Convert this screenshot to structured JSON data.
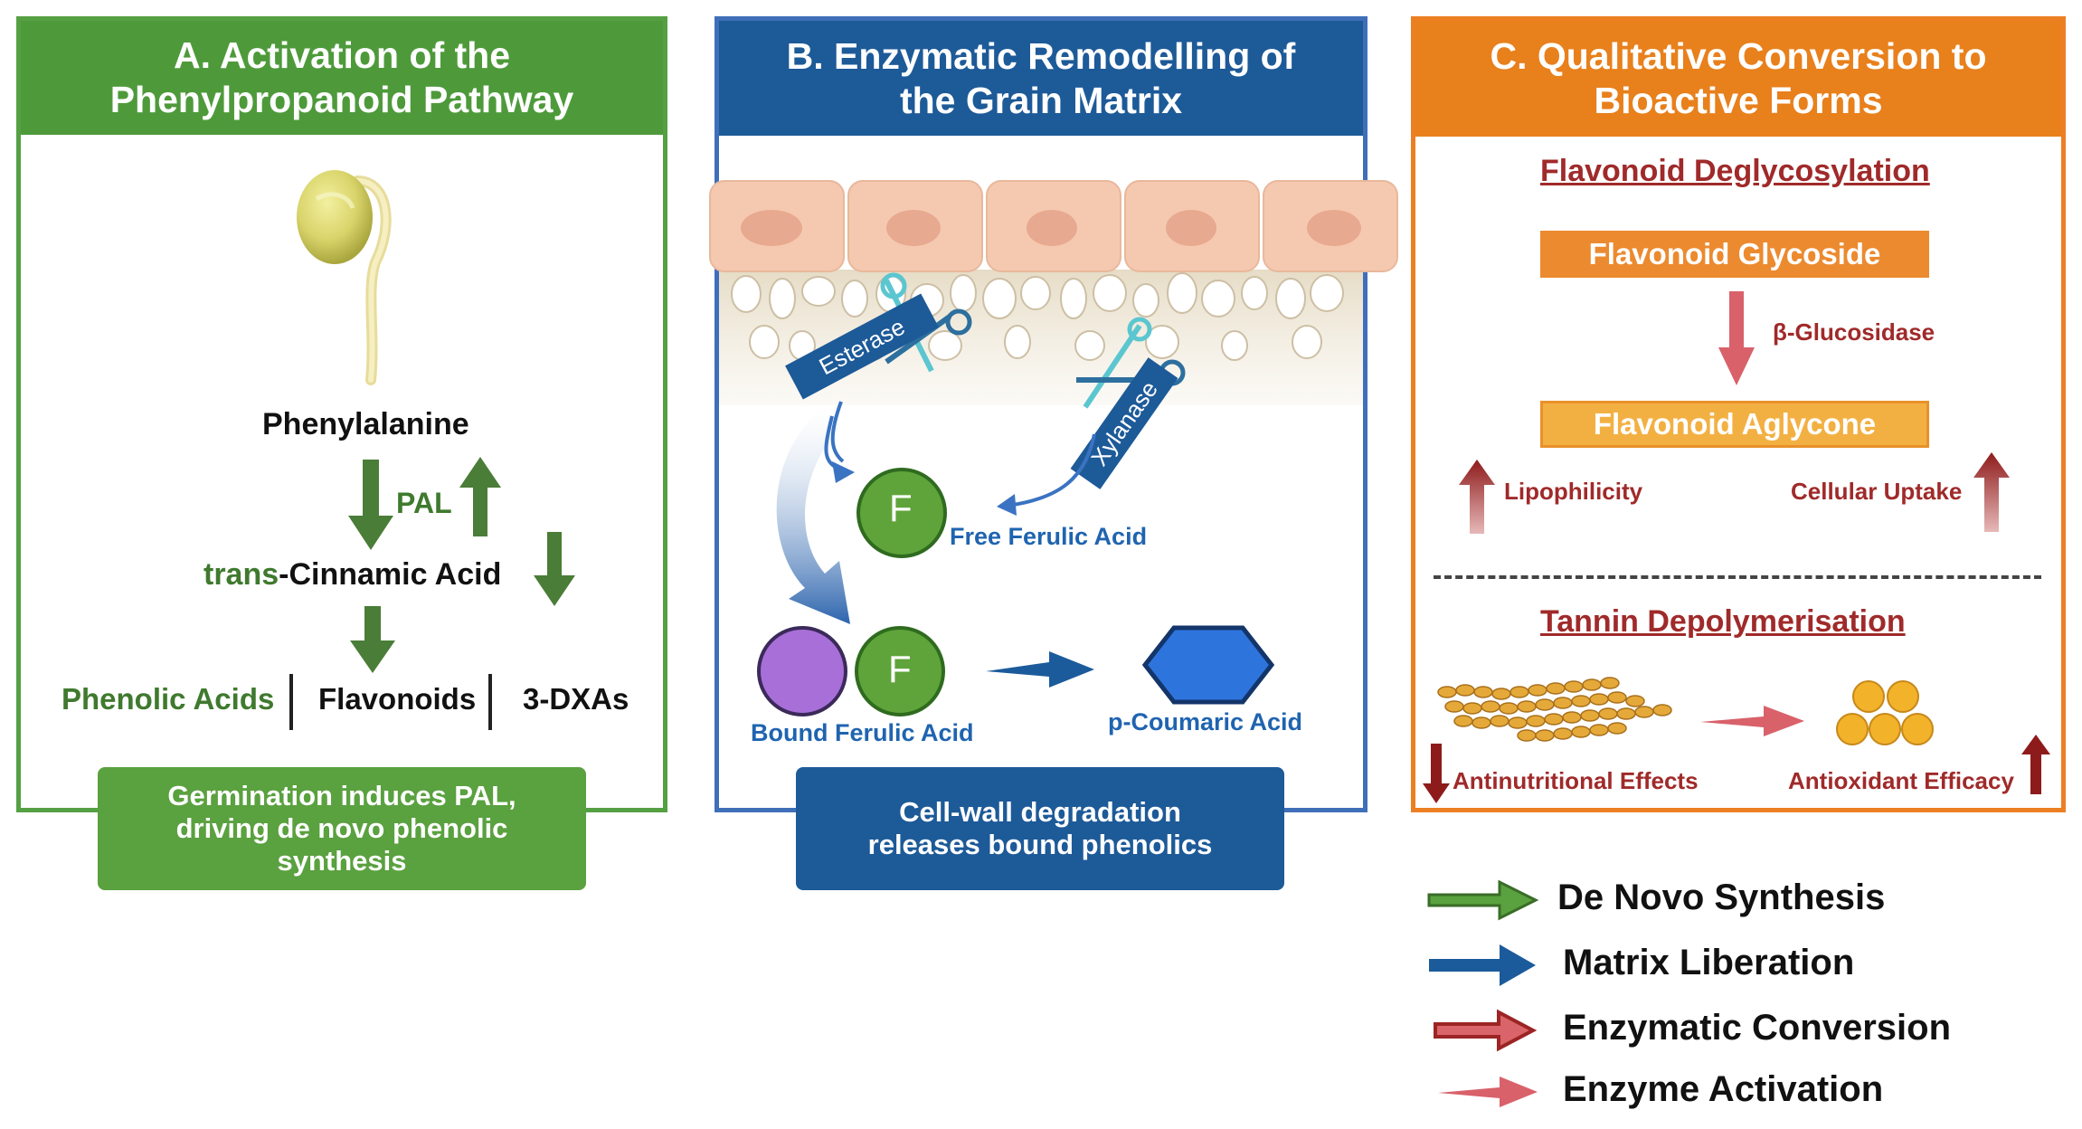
{
  "panels": {
    "a": {
      "title_line1": "A. Activation of the",
      "title_line2": "Phenylpropanoid Pathway",
      "phenylalanine": "Phenylalanine",
      "pal": "PAL",
      "trans": "trans",
      "cinnamic": "-Cinnamic Acid",
      "phenolic_acids": "Phenolic Acids",
      "flavonoids": "Flavonoids",
      "dxas": "3-DXAs",
      "caption_line1": "Germination induces PAL,",
      "caption_line2": "driving de novo phenolic",
      "caption_line3": "synthesis"
    },
    "b": {
      "title_line1": "B. Enzymatic Remodelling of",
      "title_line2": "the Grain Matrix",
      "esterase": "Esterase",
      "xylanase": "Xylanase",
      "f_letter": "F",
      "free_ferulic": "Free Ferulic Acid",
      "bound_ferulic": "Bound Ferulic Acid",
      "coumaric": "p-Coumaric Acid",
      "caption_line1": "Cell-wall degradation",
      "caption_line2": "releases bound phenolics"
    },
    "c": {
      "title_line1": "C. Qualitative Conversion to",
      "title_line2": "Bioactive Forms",
      "deglycosylation": "Flavonoid Deglycosylation",
      "glycoside": "Flavonoid Glycoside",
      "glucosidase": "β-Glucosidase",
      "aglycone": "Flavonoid Aglycone",
      "lipophilicity": "Lipophilicity",
      "uptake": "Cellular Uptake",
      "tannin": "Tannin Depolymerisation",
      "antinutritional": "Antinutritional Effects",
      "antioxidant": "Antioxidant Efficacy"
    }
  },
  "legend": [
    {
      "label": "De Novo Synthesis",
      "icon": "green-arrow-icon",
      "color": "#4c8a35"
    },
    {
      "label": "Matrix Liberation",
      "icon": "blue-arrow-icon",
      "color": "#1b5b9b"
    },
    {
      "label": "Enzymatic Conversion",
      "icon": "red-outline-arrow-icon",
      "color": "#b83a3a"
    },
    {
      "label": "Enzyme Activation",
      "icon": "pink-arrow-icon",
      "color": "#d9616a"
    }
  ],
  "colors": {
    "green_panel": "#4e9a3b",
    "blue_panel": "#1d5a98",
    "orange_panel": "#e8801c",
    "dark_red_text": "#a02a2a",
    "blue_text": "#1f64b0",
    "green_text": "#3f7a2e"
  }
}
